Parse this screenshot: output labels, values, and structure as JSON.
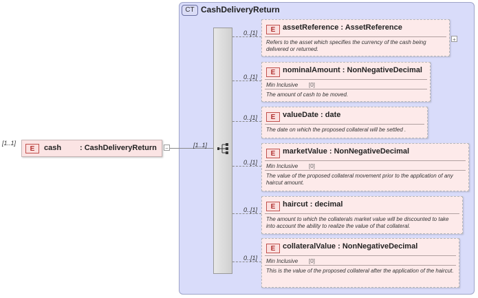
{
  "complex_type": {
    "badge": "CT",
    "name": "CashDeliveryReturn"
  },
  "root": {
    "multiplicity": "[1..1]",
    "badge": "E",
    "name": "cash",
    "type": ": CashDeliveryReturn",
    "seq_multiplicity": "[1..1]"
  },
  "elements": [
    {
      "multiplicity": "0..[1]",
      "badge": "E",
      "name": "assetReference",
      "type": ": AssetReference",
      "doc": "Refers to the asset which specifies the currency of the cash being delivered or returned."
    },
    {
      "multiplicity": "0..[1]",
      "badge": "E",
      "name": "nominalAmount",
      "type": ": NonNegativeDecimal",
      "facet_label": "Min Inclusive",
      "facet_value": "[0]",
      "doc": "The amount of cash to be moved."
    },
    {
      "multiplicity": "0..[1]",
      "badge": "E",
      "name": "valueDate",
      "type": ": date",
      "doc": "The date on which the proposed collateral will be settled ."
    },
    {
      "multiplicity": "0..[1]",
      "badge": "E",
      "name": "marketValue",
      "type": ": NonNegativeDecimal",
      "facet_label": "Min Inclusive",
      "facet_value": "[0]",
      "doc": "The value of the proposed collateral movement prior to the application of any haircut amount."
    },
    {
      "multiplicity": "0..[1]",
      "badge": "E",
      "name": "haircut",
      "type": ": decimal",
      "doc": "The amount to which the collaterals market value will be discounted to take into account the ability to realize the value of that collateral."
    },
    {
      "multiplicity": "0..[1]",
      "badge": "E",
      "name": "collateralValue",
      "type": ": NonNegativeDecimal",
      "facet_label": "Min Inclusive",
      "facet_value": "[0]",
      "doc": "This is the value of the proposed collateral after the application of the haircut."
    }
  ],
  "icons": {
    "sequence": "sequence-icon",
    "collapse": "collapse-toggle-icon",
    "expand": "expand-toggle-icon"
  }
}
